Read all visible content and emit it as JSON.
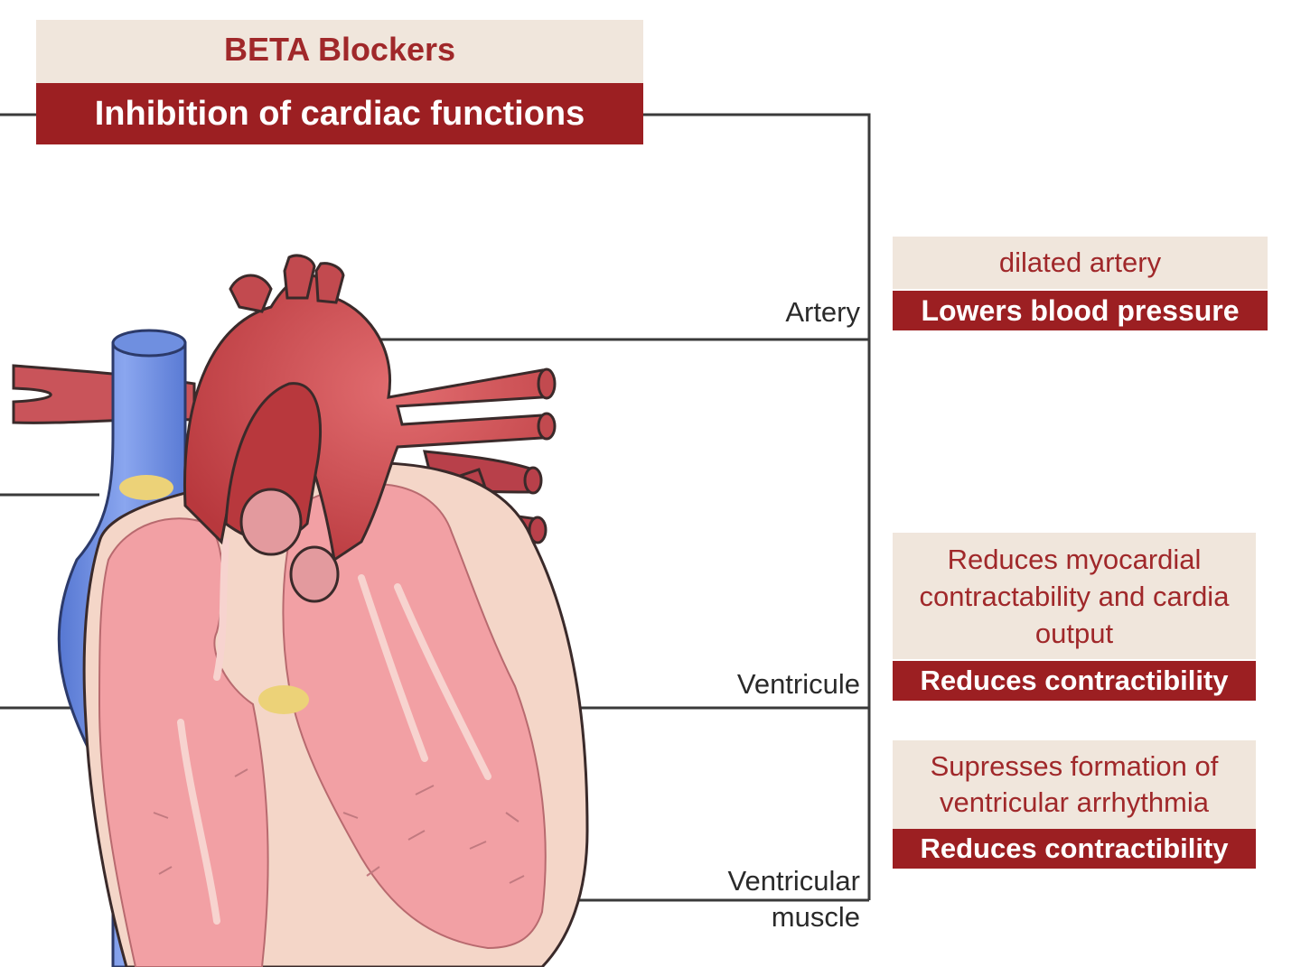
{
  "title": {
    "heading": "BETA Blockers",
    "subheading": "Inhibition of cardiac functions"
  },
  "labels": {
    "artery": "Artery",
    "ventricule": "Ventricule",
    "ventricular_muscle": "Ventricular\nmuscle"
  },
  "effects": {
    "artery": {
      "description": "dilated artery",
      "result": "Lowers blood pressure"
    },
    "ventricule": {
      "description": "Reduces myocardial contractability and cardia output",
      "result": "Reduces contractibility"
    },
    "ventricular_muscle": {
      "description": "Supresses formation of ventricular arrhythmia",
      "result": "Reduces contractibility"
    }
  },
  "colors": {
    "accent_dark": "#9c1f22",
    "accent_light": "#f0e6dc",
    "artery_red": "#c24a4f",
    "chamber_pink": "#f2a0a4",
    "vein_blue": "#6f8fe0",
    "node_yellow": "#ecd278"
  }
}
